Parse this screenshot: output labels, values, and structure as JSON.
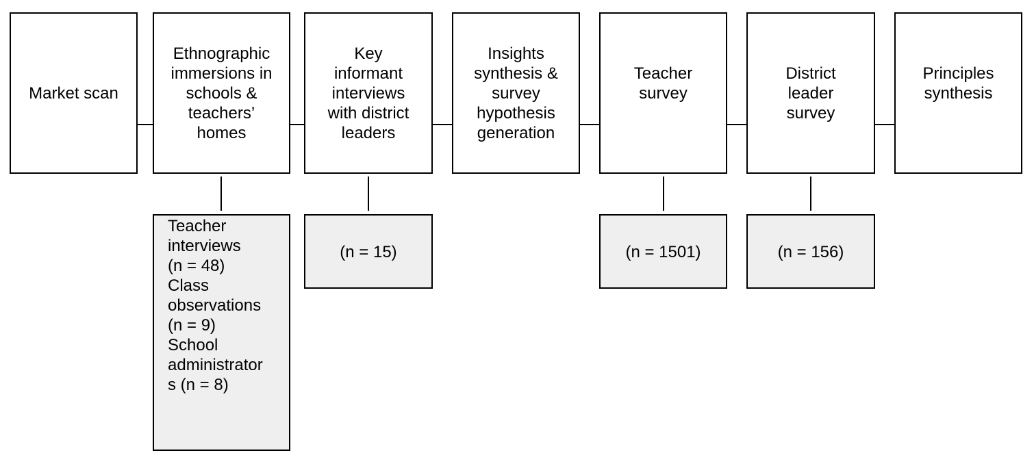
{
  "colors": {
    "stroke": "#000000",
    "stage_fill": "#ffffff",
    "detail_fill": "#efefef"
  },
  "stages": [
    {
      "label": "Market scan"
    },
    {
      "label": "Ethnographic\nimmersions in\nschools &\nteachers’\nhomes"
    },
    {
      "label": "Key\ninformant\ninterviews\nwith district\nleaders"
    },
    {
      "label": "Insights\nsynthesis &\nsurvey\nhypothesis\ngeneration"
    },
    {
      "label": "Teacher\nsurvey"
    },
    {
      "label": "District\nleader\nsurvey"
    },
    {
      "label": "Principles\nsynthesis"
    }
  ],
  "details": {
    "ethnographic": "Teacher\ninterviews\n(n = 48)\nClass\nobservations\n(n = 9)\nSchool\nadministrator\ns (n = 8)",
    "key_informant": "(n = 15)",
    "teacher_survey": "(n = 1501)",
    "district_survey": "(n = 156)"
  }
}
